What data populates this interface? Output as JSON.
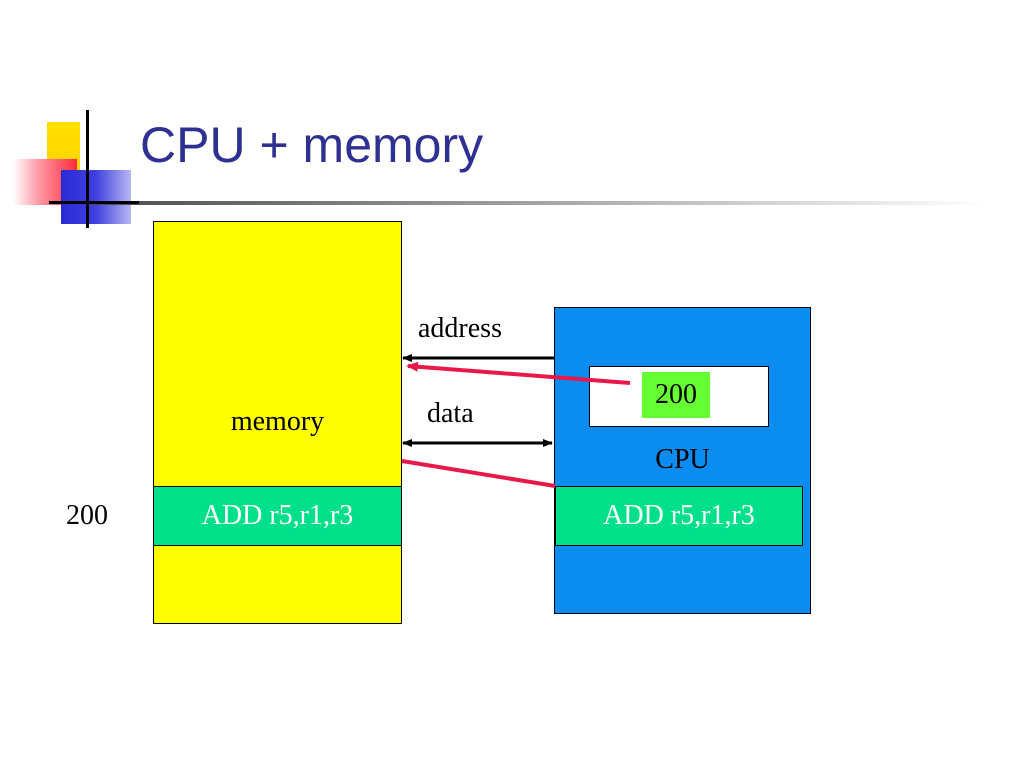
{
  "slide": {
    "title": "CPU + memory"
  },
  "memory": {
    "label": "memory",
    "instruction": "ADD r5,r1,r3",
    "instruction_address": "200",
    "color": "#ffff00",
    "instruction_color": "#00e08a"
  },
  "cpu": {
    "label": "CPU",
    "pc_value": "200",
    "instruction": "ADD r5,r1,r3",
    "color": "#0a8cf0",
    "pc_value_color": "#66ff33"
  },
  "buses": {
    "address_label": "address",
    "data_label": "data"
  },
  "colors": {
    "title": "#2e3192",
    "flow_arrow": "#e8194a"
  }
}
